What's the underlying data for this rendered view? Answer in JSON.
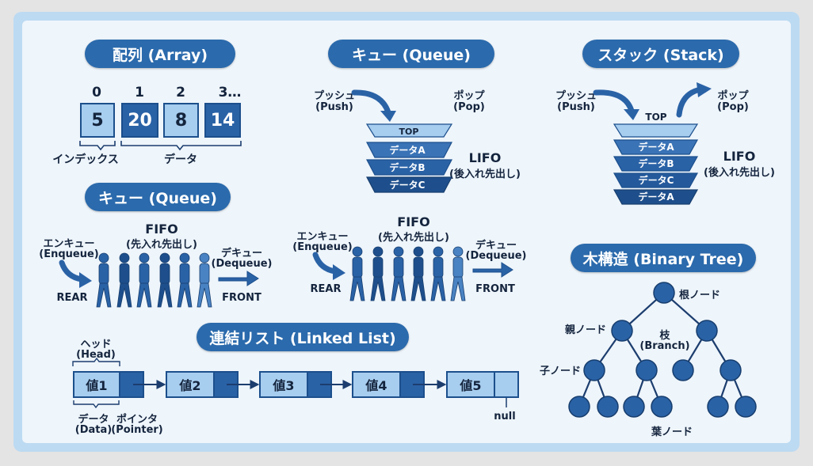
{
  "array": {
    "title": "配列 (Array)",
    "indices": [
      "0",
      "1",
      "2",
      "3…"
    ],
    "values": [
      "5",
      "20",
      "8",
      "14"
    ],
    "index_label": "インデックス",
    "data_label": "データ"
  },
  "queue_stack": {
    "title": "キュー (Queue)",
    "push": [
      "プッシュ",
      "(Push)"
    ],
    "pop": [
      "ポップ",
      "(Pop)"
    ],
    "top": "TOP",
    "items": [
      "データA",
      "データB",
      "データC"
    ],
    "mode": [
      "LIFO",
      "(後入れ先出し)"
    ]
  },
  "stack": {
    "title": "スタック (Stack)",
    "push": [
      "プッシュ",
      "(Push)"
    ],
    "pop": [
      "ポップ",
      "(Pop)"
    ],
    "top": "TOP",
    "items": [
      "データA",
      "データB",
      "データC",
      "データA"
    ],
    "mode": [
      "LIFO",
      "(後入れ先出し)"
    ]
  },
  "queue_left": {
    "title": "キュー (Queue)",
    "mode": [
      "FIFO",
      "(先入れ先出し)"
    ],
    "enqueue": [
      "エンキュー",
      "(Enqueue)"
    ],
    "dequeue": [
      "デキュー",
      "(Dequeue)"
    ],
    "rear": "REAR",
    "front": "FRONT"
  },
  "queue_mid": {
    "mode": [
      "FIFO",
      "(先入れ先出し)"
    ],
    "enqueue": [
      "エンキュー",
      "(Enqueue)"
    ],
    "dequeue": [
      "デキュー",
      "(Dequeue)"
    ],
    "rear": "REAR",
    "front": "FRONT"
  },
  "linked_list": {
    "title": "連結リスト (Linked List)",
    "head": [
      "ヘッド",
      "(Head)"
    ],
    "nodes": [
      "値1",
      "値2",
      "値3",
      "値4",
      "値5"
    ],
    "data": [
      "データ",
      "(Data)"
    ],
    "pointer": [
      "ポインタ",
      "(Pointer)"
    ],
    "null_label": "null"
  },
  "tree": {
    "title": "木構造 (Binary Tree)",
    "root": "根ノード",
    "parent": "親ノード",
    "branch": [
      "枝",
      "(Branch)"
    ],
    "child": "子ノード",
    "leaf": "葉ノード"
  },
  "colors": {
    "accent": "#2b6aac",
    "light_box": "#a7cdef",
    "dark_box": "#2a62a6",
    "node": "#2a62a6",
    "background": "#eef5fb"
  }
}
